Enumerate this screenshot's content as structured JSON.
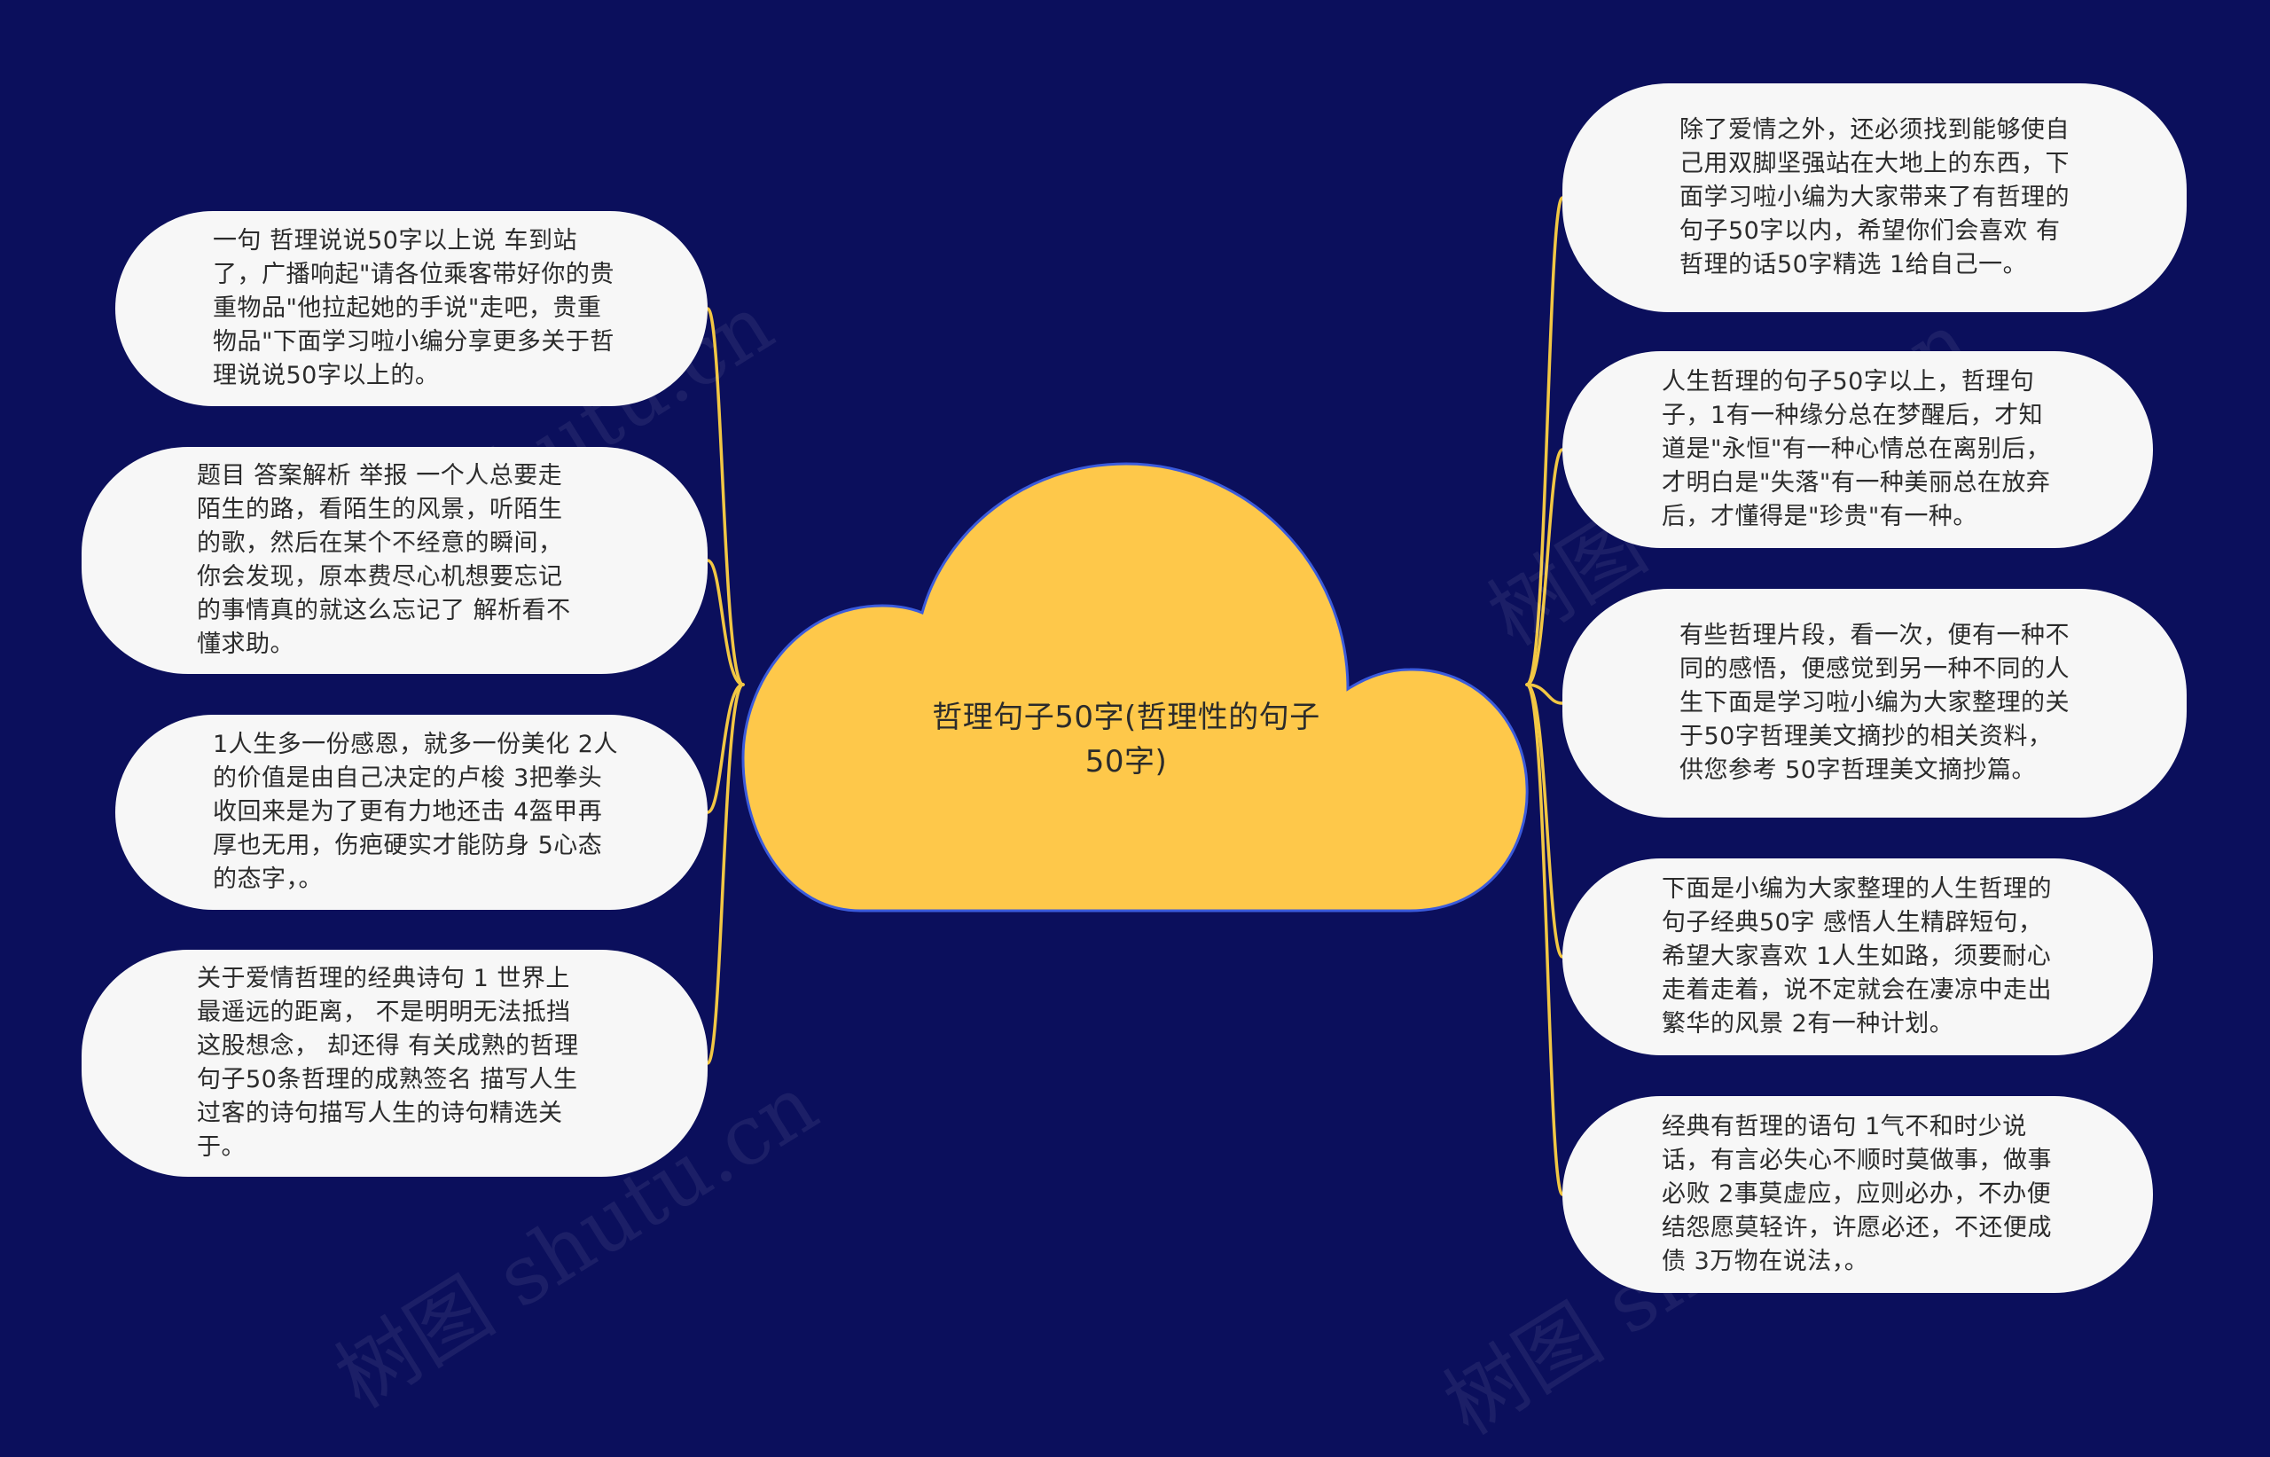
{
  "center": {
    "title": "哲理句子50字(哲理性的句子50字)"
  },
  "left_nodes": [
    {
      "text": "一句  哲理说说50字以上说  车到站了，广播响起\"请各位乘客带好你的贵重物品\"他拉起她的手说\"走吧，贵重物品\"下面学习啦小编分享更多关于哲理说说50字以上的。"
    },
    {
      "text": "题目  答案解析  举报  一个人总要走陌生的路，看陌生的风景，听陌生的歌，然后在某个不经意的瞬间，你会发现，原本费尽心机想要忘记的事情真的就这么忘记了  解析看不懂求助。"
    },
    {
      "text": "1人生多一份感恩，就多一份美化  2人的价值是由自己决定的卢梭  3把拳头收回来是为了更有力地还击  4盔甲再厚也无用，伤疤硬实才能防身  5心态的态字，。"
    },
    {
      "text": "关于爱情哲理的经典诗句  1  世界上最遥远的距离，  不是明明无法抵挡这股想念，   却还得  有关成熟的哲理句子50条哲理的成熟签名  描写人生过客的诗句描写人生的诗句精选关于。"
    }
  ],
  "right_nodes": [
    {
      "text": "除了爱情之外，还必须找到能够使自己用双脚坚强站在大地上的东西，下面学习啦小编为大家带来了有哲理的句子50字以内，希望你们会喜欢  有哲理的话50字精选   1给自己一。"
    },
    {
      "text": "人生哲理的句子50字以上，哲理句子，1有一种缘分总在梦醒后，才知道是\"永恒\"有一种心情总在离别后，才明白是\"失落\"有一种美丽总在放弃后，才懂得是\"珍贵\"有一种。"
    },
    {
      "text": "有些哲理片段，看一次，便有一种不同的感悟，便感觉到另一种不同的人生下面是学习啦小编为大家整理的关于50字哲理美文摘抄的相关资料，供您参考  50字哲理美文摘抄篇。"
    },
    {
      "text": "下面是小编为大家整理的人生哲理的句子经典50字  感悟人生精辟短句，希望大家喜欢  1人生如路，须要耐心走着走着，说不定就会在凄凉中走出繁华的风景  2有一种计划。"
    },
    {
      "text": "经典有哲理的语句  1气不和时少说话，有言必失心不顺时莫做事，做事必败  2事莫虚应，应则必办，不办便结怨愿莫轻许，许愿必还，不还便成债  3万物在说法，。"
    }
  ],
  "watermark": "树图 shutu.cn",
  "colors": {
    "background": "#0b0f5c",
    "center_fill": "#fec84a",
    "center_stroke": "#3b5bdb",
    "connector": "#f2c744",
    "node_fill": "#f7f7f7",
    "text": "#2b2b2b"
  }
}
